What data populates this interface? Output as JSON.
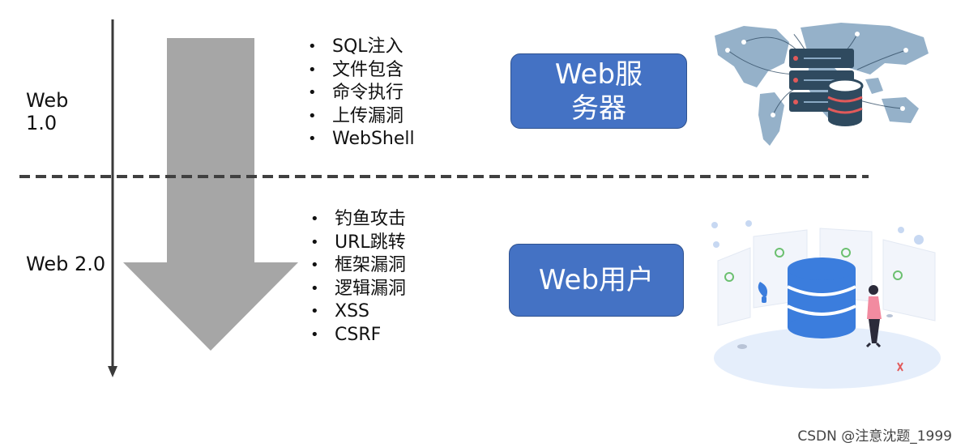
{
  "eras": [
    {
      "label": "Web\n1.0"
    },
    {
      "label": "Web 2.0"
    }
  ],
  "web1_attacks": [
    "SQL注入",
    "文件包含",
    "命令执行",
    "上传漏洞",
    "WebShell"
  ],
  "web2_attacks": [
    "钓鱼攻击",
    "URL跳转",
    "框架漏洞",
    "逻辑漏洞",
    "XSS",
    "CSRF"
  ],
  "boxes": {
    "server": "Web服务器",
    "user": "Web用户"
  },
  "watermark": "CSDN @注意沈题_1999",
  "colors": {
    "box_fill": "#4472c4",
    "arrow_fill": "#a6a6a6",
    "map_blue": "#8aa9c4",
    "server_dark": "#2f4a5f",
    "db_blue": "#3b7ddd",
    "accent_red": "#e25a5a"
  }
}
